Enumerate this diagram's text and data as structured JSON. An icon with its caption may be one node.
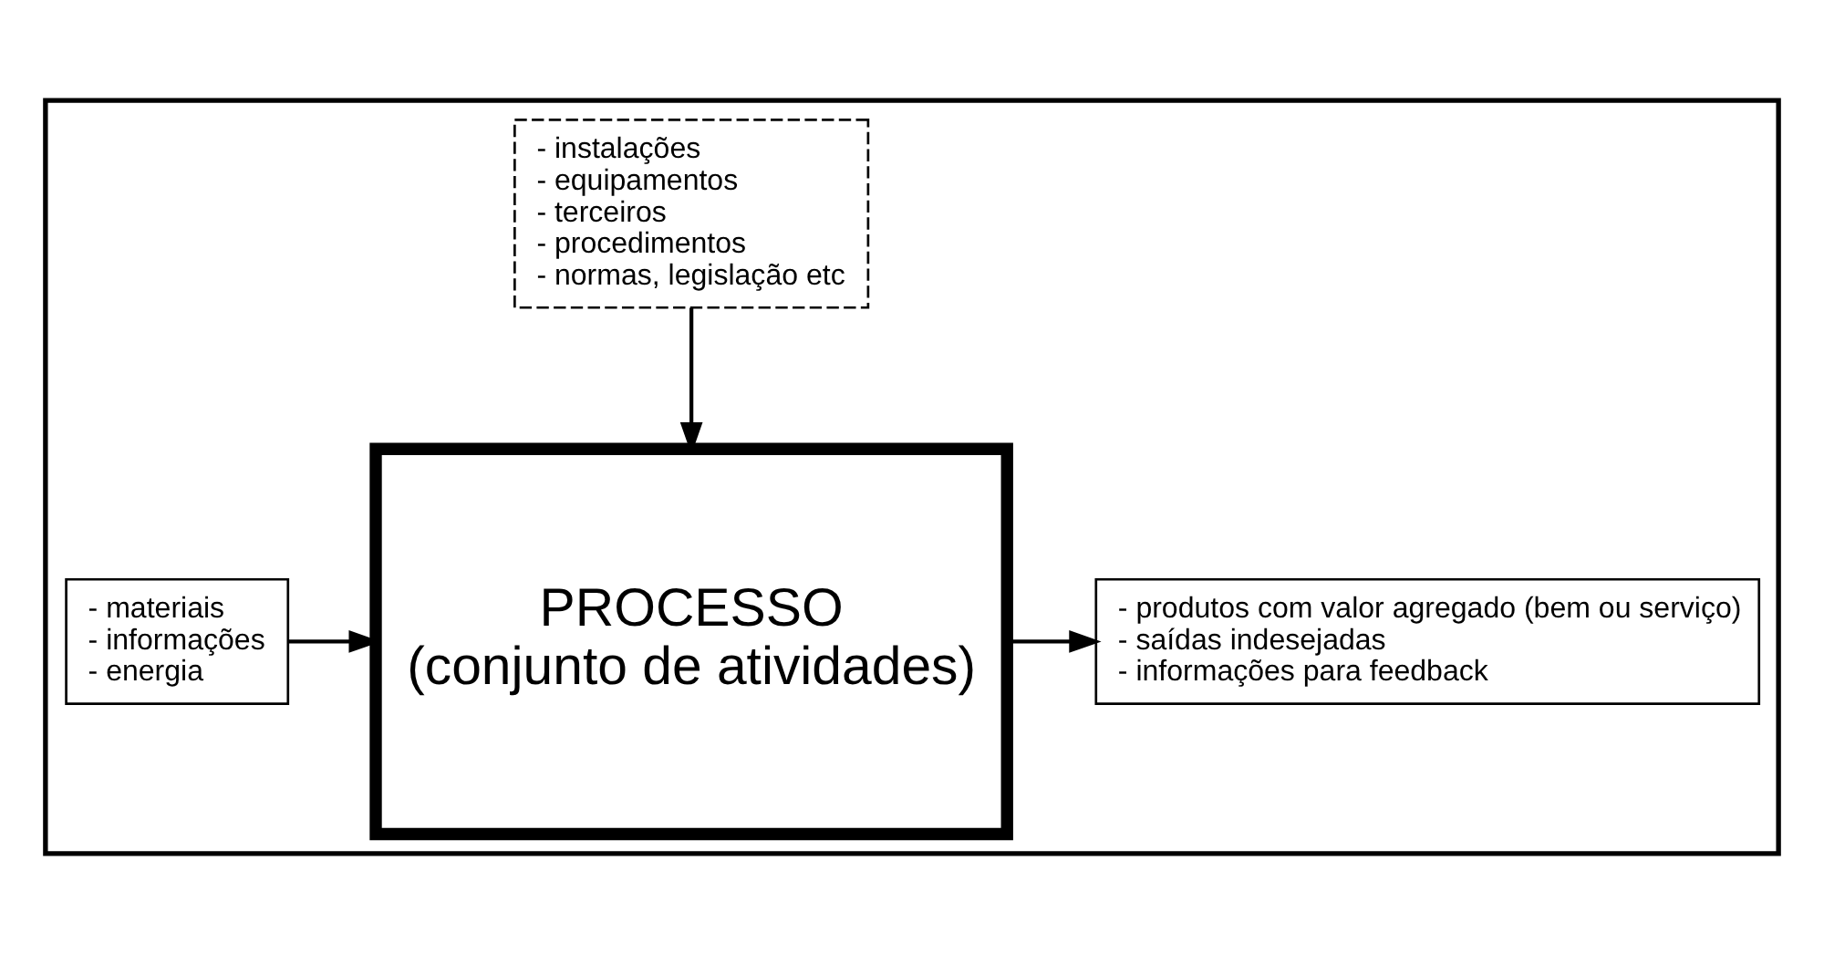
{
  "diagram": {
    "nodes": [
      {
        "text": [],
        "shape": "box"
      },
      {
        "text": [
          "- instalações",
          "- equipamentos",
          "- terceiros",
          "- procedimentos",
          "- normas, legislação etc"
        ],
        "in": 0
      },
      {
        "text": [
          "- materiais",
          "- informações",
          "- energia"
        ],
        "in": 0
      },
      {
        "text": [
          "PROCESSO",
          "(conjunto de atividades)"
        ],
        "in": 0
      },
      {
        "text": [
          "- produtos com valor agregado (bem ou serviço)",
          "- saídas indesejadas",
          "- informações para feedback"
        ],
        "in": 0
      }
    ],
    "edges": [
      {
        "from": 1,
        "to": 3,
        "arrow": "to"
      },
      {
        "from": 2,
        "to": 3,
        "arrow": "to"
      },
      {
        "from": 3,
        "to": 4,
        "arrow": "to"
      }
    ]
  }
}
